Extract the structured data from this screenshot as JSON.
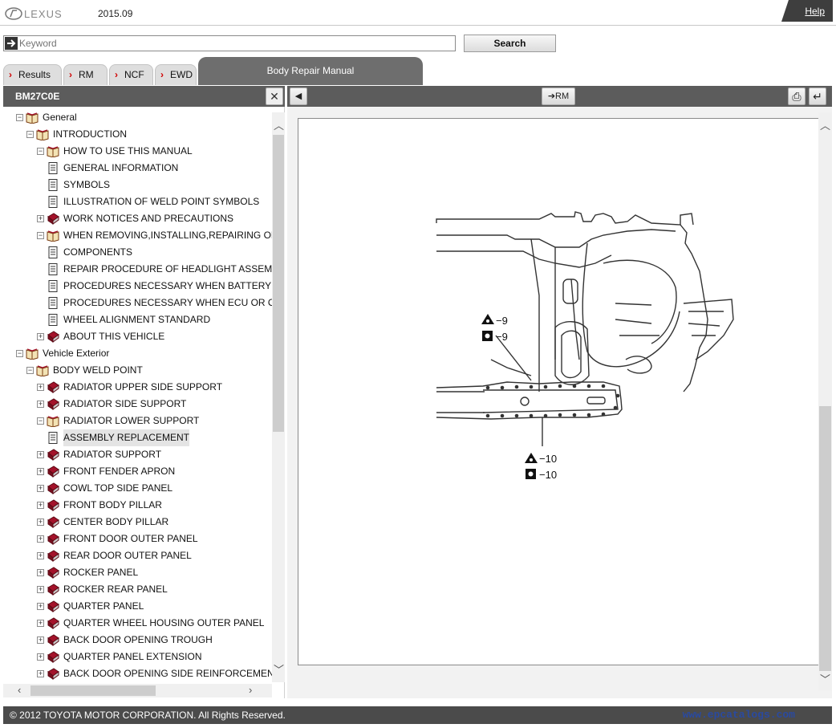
{
  "header": {
    "brand": "LEXUS",
    "version": "2015.09",
    "help_label": "Help"
  },
  "search": {
    "placeholder": "Keyword",
    "value": "",
    "button_label": "Search"
  },
  "tabs": [
    {
      "label": "Results"
    },
    {
      "label": "RM"
    },
    {
      "label": "NCF"
    },
    {
      "label": "EWD"
    }
  ],
  "active_tab": {
    "label": "Body Repair Manual"
  },
  "left_toolbar": {
    "title": "BM27C0E",
    "close_label": "✕"
  },
  "right_toolbar": {
    "back_label": "◀",
    "rm_label": "➔RM",
    "print_label": "⎙",
    "return_label": "↵"
  },
  "tree": [
    {
      "label": "General",
      "icon": "open-book-icon",
      "toggle": "−"
    },
    {
      "label": "INTRODUCTION",
      "icon": "open-book-icon",
      "toggle": "−"
    },
    {
      "label": "HOW TO USE THIS MANUAL",
      "icon": "open-book-icon",
      "toggle": "−"
    },
    {
      "label": "GENERAL INFORMATION",
      "icon": "document-icon",
      "toggle": ""
    },
    {
      "label": "SYMBOLS",
      "icon": "document-icon",
      "toggle": ""
    },
    {
      "label": "ILLUSTRATION OF WELD POINT SYMBOLS",
      "icon": "document-icon",
      "toggle": ""
    },
    {
      "label": "WORK NOTICES AND PRECAUTIONS",
      "icon": "closed-book-icon",
      "toggle": "+"
    },
    {
      "label": "WHEN REMOVING,INSTALLING,REPAIRING OR",
      "icon": "open-book-icon",
      "toggle": "−"
    },
    {
      "label": "COMPONENTS",
      "icon": "document-icon",
      "toggle": ""
    },
    {
      "label": "REPAIR PROCEDURE OF HEADLIGHT ASSEMBLY",
      "icon": "document-icon",
      "toggle": ""
    },
    {
      "label": "PROCEDURES NECESSARY WHEN BATTERY TER",
      "icon": "document-icon",
      "toggle": ""
    },
    {
      "label": "PROCEDURES NECESSARY WHEN ECU OR OTH",
      "icon": "document-icon",
      "toggle": ""
    },
    {
      "label": "WHEEL ALIGNMENT STANDARD",
      "icon": "document-icon",
      "toggle": ""
    },
    {
      "label": "ABOUT THIS VEHICLE",
      "icon": "closed-book-icon",
      "toggle": "+"
    },
    {
      "label": "Vehicle Exterior",
      "icon": "open-book-icon",
      "toggle": "−"
    },
    {
      "label": "BODY WELD POINT",
      "icon": "open-book-icon",
      "toggle": "−"
    },
    {
      "label": "RADIATOR UPPER SIDE SUPPORT",
      "icon": "closed-book-icon",
      "toggle": "+"
    },
    {
      "label": "RADIATOR SIDE SUPPORT",
      "icon": "closed-book-icon",
      "toggle": "+"
    },
    {
      "label": "RADIATOR LOWER SUPPORT",
      "icon": "open-book-icon",
      "toggle": "−"
    },
    {
      "label": "ASSEMBLY REPLACEMENT",
      "icon": "document-icon",
      "toggle": "",
      "selected": true
    },
    {
      "label": "RADIATOR SUPPORT",
      "icon": "closed-book-icon",
      "toggle": "+"
    },
    {
      "label": "FRONT FENDER APRON",
      "icon": "closed-book-icon",
      "toggle": "+"
    },
    {
      "label": "COWL TOP SIDE PANEL",
      "icon": "closed-book-icon",
      "toggle": "+"
    },
    {
      "label": "FRONT BODY PILLAR",
      "icon": "closed-book-icon",
      "toggle": "+"
    },
    {
      "label": "CENTER BODY PILLAR",
      "icon": "closed-book-icon",
      "toggle": "+"
    },
    {
      "label": "FRONT DOOR OUTER PANEL",
      "icon": "closed-book-icon",
      "toggle": "+"
    },
    {
      "label": "REAR DOOR OUTER PANEL",
      "icon": "closed-book-icon",
      "toggle": "+"
    },
    {
      "label": "ROCKER PANEL",
      "icon": "closed-book-icon",
      "toggle": "+"
    },
    {
      "label": "ROCKER REAR PANEL",
      "icon": "closed-book-icon",
      "toggle": "+"
    },
    {
      "label": "QUARTER PANEL",
      "icon": "closed-book-icon",
      "toggle": "+"
    },
    {
      "label": "QUARTER WHEEL HOUSING OUTER PANEL",
      "icon": "closed-book-icon",
      "toggle": "+"
    },
    {
      "label": "BACK DOOR OPENING TROUGH",
      "icon": "closed-book-icon",
      "toggle": "+"
    },
    {
      "label": "QUARTER PANEL EXTENSION",
      "icon": "closed-book-icon",
      "toggle": "+"
    },
    {
      "label": "BACK DOOR OPENING SIDE REINFORCEMENT",
      "icon": "closed-book-icon",
      "toggle": "+"
    }
  ],
  "illustration": {
    "callouts": [
      {
        "symbol": "spot-weld-triangle-icon",
        "text": "−9"
      },
      {
        "symbol": "spot-weld-square-icon",
        "text": "−9"
      },
      {
        "symbol": "spot-weld-triangle-icon",
        "text": "−10"
      },
      {
        "symbol": "spot-weld-square-icon",
        "text": "−10"
      }
    ]
  },
  "footer": {
    "copyright": "© 2012 TOYOTA MOTOR CORPORATION. All Rights Reserved.",
    "watermark": "www.epcatalogs.com"
  },
  "colors": {
    "toolbar": "#5c5c5c",
    "tab_active": "#6e6e6e",
    "chevron": "#d00000",
    "book_red": "#a3122a",
    "footer": "#4b4b4b",
    "watermark": "#2a4aa0"
  }
}
